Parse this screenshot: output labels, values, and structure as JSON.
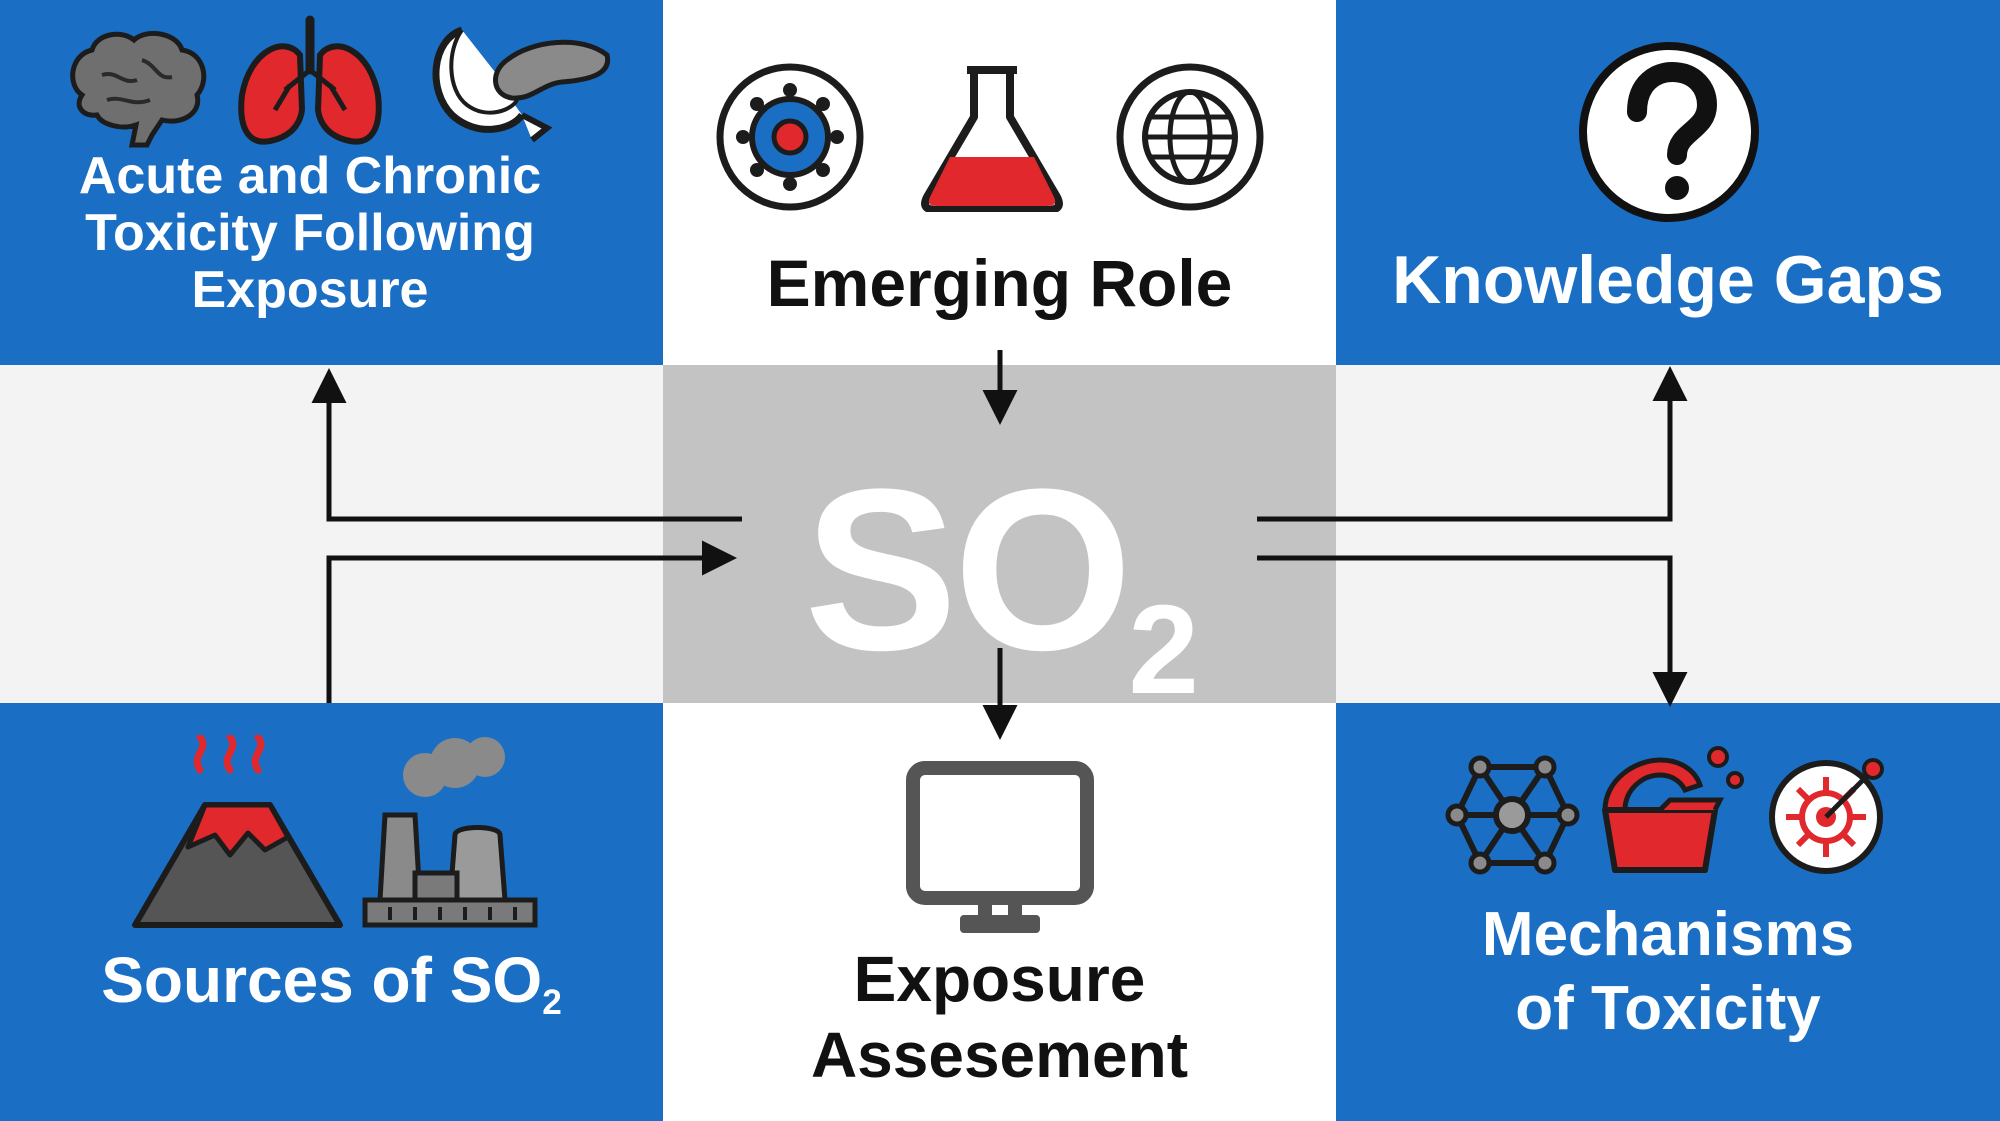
{
  "center": {
    "main": "SO",
    "sub": "2"
  },
  "top_left": {
    "lines": [
      "Acute and Chronic",
      "Toxicity Following",
      "Exposure"
    ]
  },
  "top_middle": {
    "label": "Emerging Role"
  },
  "top_right": {
    "label": "Knowledge Gaps"
  },
  "bottom_left": {
    "main": "Sources of SO",
    "sub": "2"
  },
  "bottom_middle": {
    "lines": [
      "Exposure",
      "Assesement"
    ]
  },
  "bottom_right": {
    "lines": [
      "Mechanisms",
      "of Toxicity"
    ]
  },
  "icons": {
    "top_left": [
      "brain-icon",
      "lungs-icon",
      "stomach-pancreas-icon"
    ],
    "top_middle": [
      "virus-icon",
      "flask-icon",
      "globe-icon"
    ],
    "top_right": [
      "question-mark-icon"
    ],
    "bottom_left": [
      "volcano-icon",
      "factory-icon"
    ],
    "bottom_middle": [
      "monitor-icon"
    ],
    "bottom_right": [
      "molecule-network-icon",
      "open-folder-icon",
      "target-cell-icon"
    ]
  },
  "colors": {
    "blue": "#1a6fc4",
    "red": "#e0282d",
    "grey_center": "#c3c3c3"
  }
}
